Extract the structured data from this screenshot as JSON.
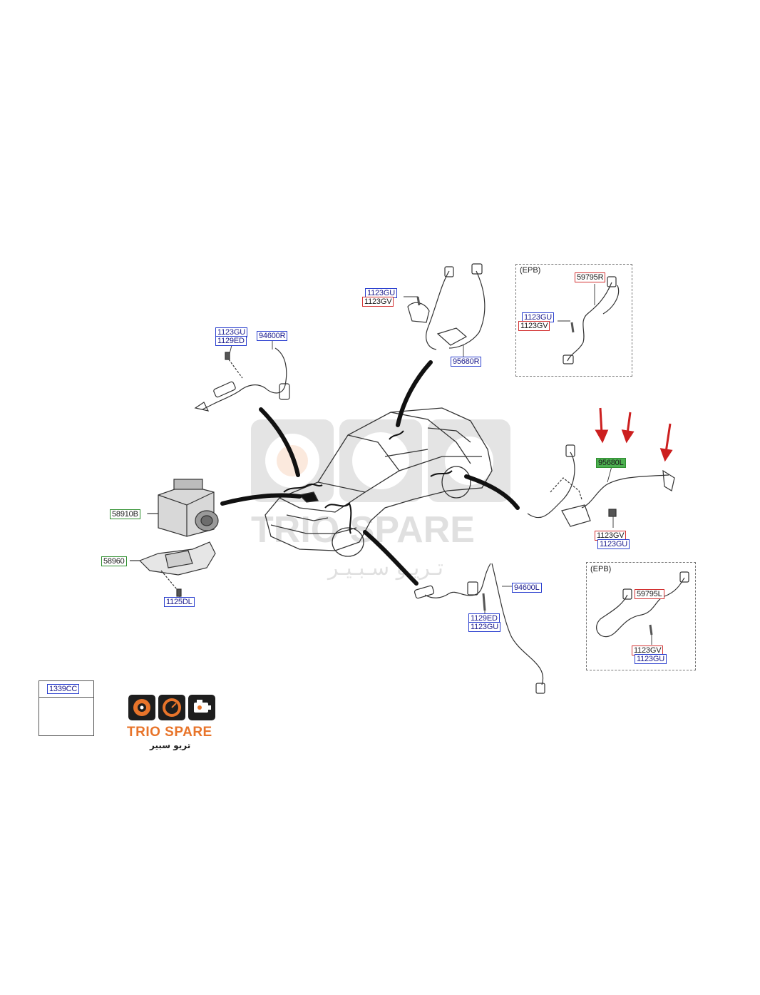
{
  "epb_title": "(EPB)",
  "labels": {
    "p1123GU_rr_top": "1123GU",
    "p1123GV_rr_top": "1123GV",
    "p95680R": "95680R",
    "p59795R": "59795R",
    "p1123GU_epb_r": "1123GU",
    "p1123GV_epb_r": "1123GV",
    "p1123GU_fr": "1123GU",
    "p1129ED_fr": "1129ED",
    "p94600R": "94600R",
    "p95680L": "95680L",
    "p1123GV_rl": "1123GV",
    "p1123GU_rl": "1123GU",
    "p58910B": "58910B",
    "p58960": "58960",
    "p1125DL": "1125DL",
    "p94600L": "94600L",
    "p1129ED_fl": "1129ED",
    "p1123GU_fl": "1123GU",
    "p59795L": "59795L",
    "p1123GV_epb_l": "1123GV",
    "p1123GU_epb_l": "1123GU",
    "p1339CC": "1339CC"
  },
  "logo": {
    "brand": "TRIO SPARE",
    "arabic": "تريو سبير",
    "colors": {
      "orange": "#e8742a",
      "dark": "#1e1e1e"
    }
  },
  "watermark": {
    "brand": "TRIO SPARE",
    "arabic": "تـريـو سـبـيـر"
  },
  "icons": [
    "arrow-down-icon",
    "gear-icon",
    "speedometer-icon",
    "engine-icon"
  ],
  "colors": {
    "highlight": "#4caf50",
    "arrow": "#cc1f1f",
    "label_blue": "#2a3fcf",
    "label_red": "#d23030"
  }
}
